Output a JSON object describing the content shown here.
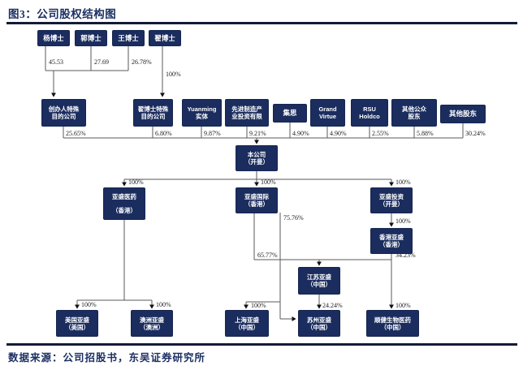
{
  "title": "图3：公司股权结构图",
  "footer": {
    "source": "数据来源：公司招股书，东吴证券研究所"
  },
  "colors": {
    "box_fill": "#1b2d5e",
    "title_navy": "#1c2f63",
    "rule": "#141b38",
    "line": "#5a5a5a"
  },
  "nodes": {
    "yang": {
      "l1": "杨博士"
    },
    "guo": {
      "l1": "郭博士"
    },
    "wang": {
      "l1": "王博士"
    },
    "zhai": {
      "l1": "翟博士"
    },
    "founders_spv": {
      "l1": "创办人特殊",
      "l2": "目的公司"
    },
    "zhai_spv": {
      "l1": "翟博士特殊",
      "l2": "目的公司"
    },
    "yuanming": {
      "l1": "Yuanming",
      "l2": "实体"
    },
    "adv_mfg": {
      "l1": "先进制造产",
      "l2": "业投资有限"
    },
    "jisi": {
      "l1": "集思"
    },
    "grand_virtue": {
      "l1": "Grand",
      "l2": "Virtue"
    },
    "rsu": {
      "l1": "RSU",
      "l2": "Holdco"
    },
    "other_public": {
      "l1": "其他公众",
      "l2": "股东"
    },
    "other_sh": {
      "l1": "其他股东"
    },
    "company": {
      "l1": "本公司",
      "l2": "（开曼）"
    },
    "ys_pharma_hk": {
      "l1": "亚盛医药",
      "l2": "（香港）"
    },
    "ys_intl": {
      "l1": "亚盛国际",
      "l2": "（香港）"
    },
    "ys_invest": {
      "l1": "亚盛投资",
      "l2": "（开曼）"
    },
    "hk_ys": {
      "l1": "香港亚盛",
      "l2": "（香港）"
    },
    "js_ys": {
      "l1": "江苏亚盛",
      "l2": "（中国）"
    },
    "us_ys": {
      "l1": "美国亚盛",
      "l2": "（美国）"
    },
    "au_ys": {
      "l1": "澳洲亚盛",
      "l2": "（澳洲）"
    },
    "sh_ys": {
      "l1": "上海亚盛",
      "l2": "（中国）"
    },
    "sz_ys": {
      "l1": "苏州亚盛",
      "l2": "（中国）"
    },
    "shunjian": {
      "l1": "顺健生物医药",
      "l2": "（中国）"
    }
  },
  "pct": {
    "yang": "45.53",
    "guo": "27.69",
    "wang": "26.78%",
    "zhai": "100%",
    "founders_spv": "25.65%",
    "zhai_spv": "6.80%",
    "yuanming": "9.87%",
    "adv_mfg": "9.21%",
    "jisi": "4.90%",
    "grand_virtue": "4.90%",
    "rsu": "2.55%",
    "other_public": "5.88%",
    "other_sh": "30.24%",
    "to_pharma": "100%",
    "to_intl": "100%",
    "to_invest": "100%",
    "invest_hk": "100%",
    "js_left": "65.77%",
    "js_right": "34.23%",
    "intl_trunk": "75.76%",
    "sh_ys": "100%",
    "sz_top": "24.24%",
    "shunjian": "100%",
    "us_ys": "100%",
    "au_ys": "100%"
  },
  "edges": [
    {
      "from": "杨博士",
      "to": "创办人特殊目的公司",
      "pct": "45.53"
    },
    {
      "from": "郭博士",
      "to": "创办人特殊目的公司",
      "pct": "27.69"
    },
    {
      "from": "王博士",
      "to": "创办人特殊目的公司",
      "pct": "26.78%"
    },
    {
      "from": "翟博士",
      "to": "翟博士特殊目的公司",
      "pct": "100%"
    },
    {
      "from": "创办人特殊目的公司",
      "to": "本公司（开曼）",
      "pct": "25.65%"
    },
    {
      "from": "翟博士特殊目的公司",
      "to": "本公司（开曼）",
      "pct": "6.80%"
    },
    {
      "from": "Yuanming实体",
      "to": "本公司（开曼）",
      "pct": "9.87%"
    },
    {
      "from": "先进制造产业投资有限",
      "to": "本公司（开曼）",
      "pct": "9.21%"
    },
    {
      "from": "集思",
      "to": "本公司（开曼）",
      "pct": "4.90%"
    },
    {
      "from": "Grand Virtue",
      "to": "本公司（开曼）",
      "pct": "4.90%"
    },
    {
      "from": "RSU Holdco",
      "to": "本公司（开曼）",
      "pct": "2.55%"
    },
    {
      "from": "其他公众股东",
      "to": "本公司（开曼）",
      "pct": "5.88%"
    },
    {
      "from": "其他股东",
      "to": "本公司（开曼）",
      "pct": "30.24%"
    },
    {
      "from": "本公司（开曼）",
      "to": "亚盛医药（香港）",
      "pct": "100%"
    },
    {
      "from": "本公司（开曼）",
      "to": "亚盛国际（香港）",
      "pct": "100%"
    },
    {
      "from": "本公司（开曼）",
      "to": "亚盛投资（开曼）",
      "pct": "100%"
    },
    {
      "from": "亚盛投资（开曼）",
      "to": "香港亚盛（香港）",
      "pct": "100%"
    },
    {
      "from": "亚盛国际（香港）",
      "to": "江苏亚盛（中国）",
      "pct": "65.77%"
    },
    {
      "from": "香港亚盛（香港）",
      "to": "江苏亚盛（中国）",
      "pct": "34.23%"
    },
    {
      "from": "亚盛国际（香港）",
      "to": "苏州亚盛（中国）",
      "pct": "75.76%"
    },
    {
      "from": "江苏亚盛（中国）",
      "to": "苏州亚盛（中国）",
      "pct": "24.24%"
    },
    {
      "from": "亚盛国际（香港）",
      "to": "上海亚盛（中国）",
      "pct": "100%"
    },
    {
      "from": "香港亚盛（香港）",
      "to": "顺健生物医药（中国）",
      "pct": "100%"
    },
    {
      "from": "亚盛医药（香港）",
      "to": "美国亚盛（美国）",
      "pct": "100%"
    },
    {
      "from": "亚盛医药（香港）",
      "to": "澳洲亚盛（澳洲）",
      "pct": "100%"
    }
  ]
}
